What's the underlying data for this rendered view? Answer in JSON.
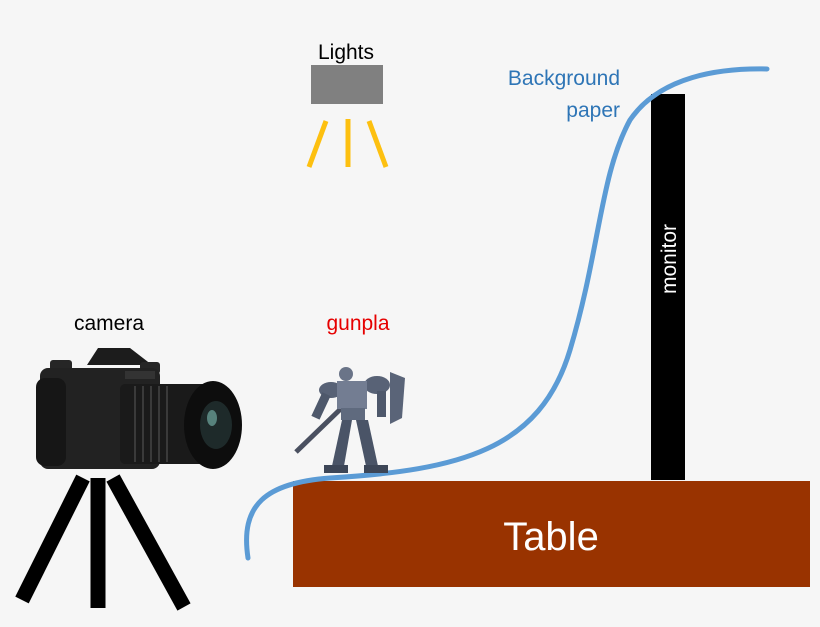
{
  "labels": {
    "lights": "Lights",
    "background_paper_line1": "Background",
    "background_paper_line2": "paper",
    "monitor": "monitor",
    "camera": "camera",
    "gunpla": "gunpla",
    "table": "Table"
  },
  "colors": {
    "background": "#f6f6f6",
    "light_box": "#808080",
    "light_rays": "#fdc010",
    "paper_curve": "#5b9bd5",
    "paper_label": "#2e75b6",
    "monitor": "#000000",
    "monitor_text": "#ffffff",
    "table": "#993300",
    "table_text": "#ffffff",
    "gunpla_label": "#e60000",
    "tripod": "#000000"
  },
  "icons": {
    "camera": "camera-icon",
    "gunpla": "robot-figure-icon",
    "light": "light-box-icon"
  }
}
